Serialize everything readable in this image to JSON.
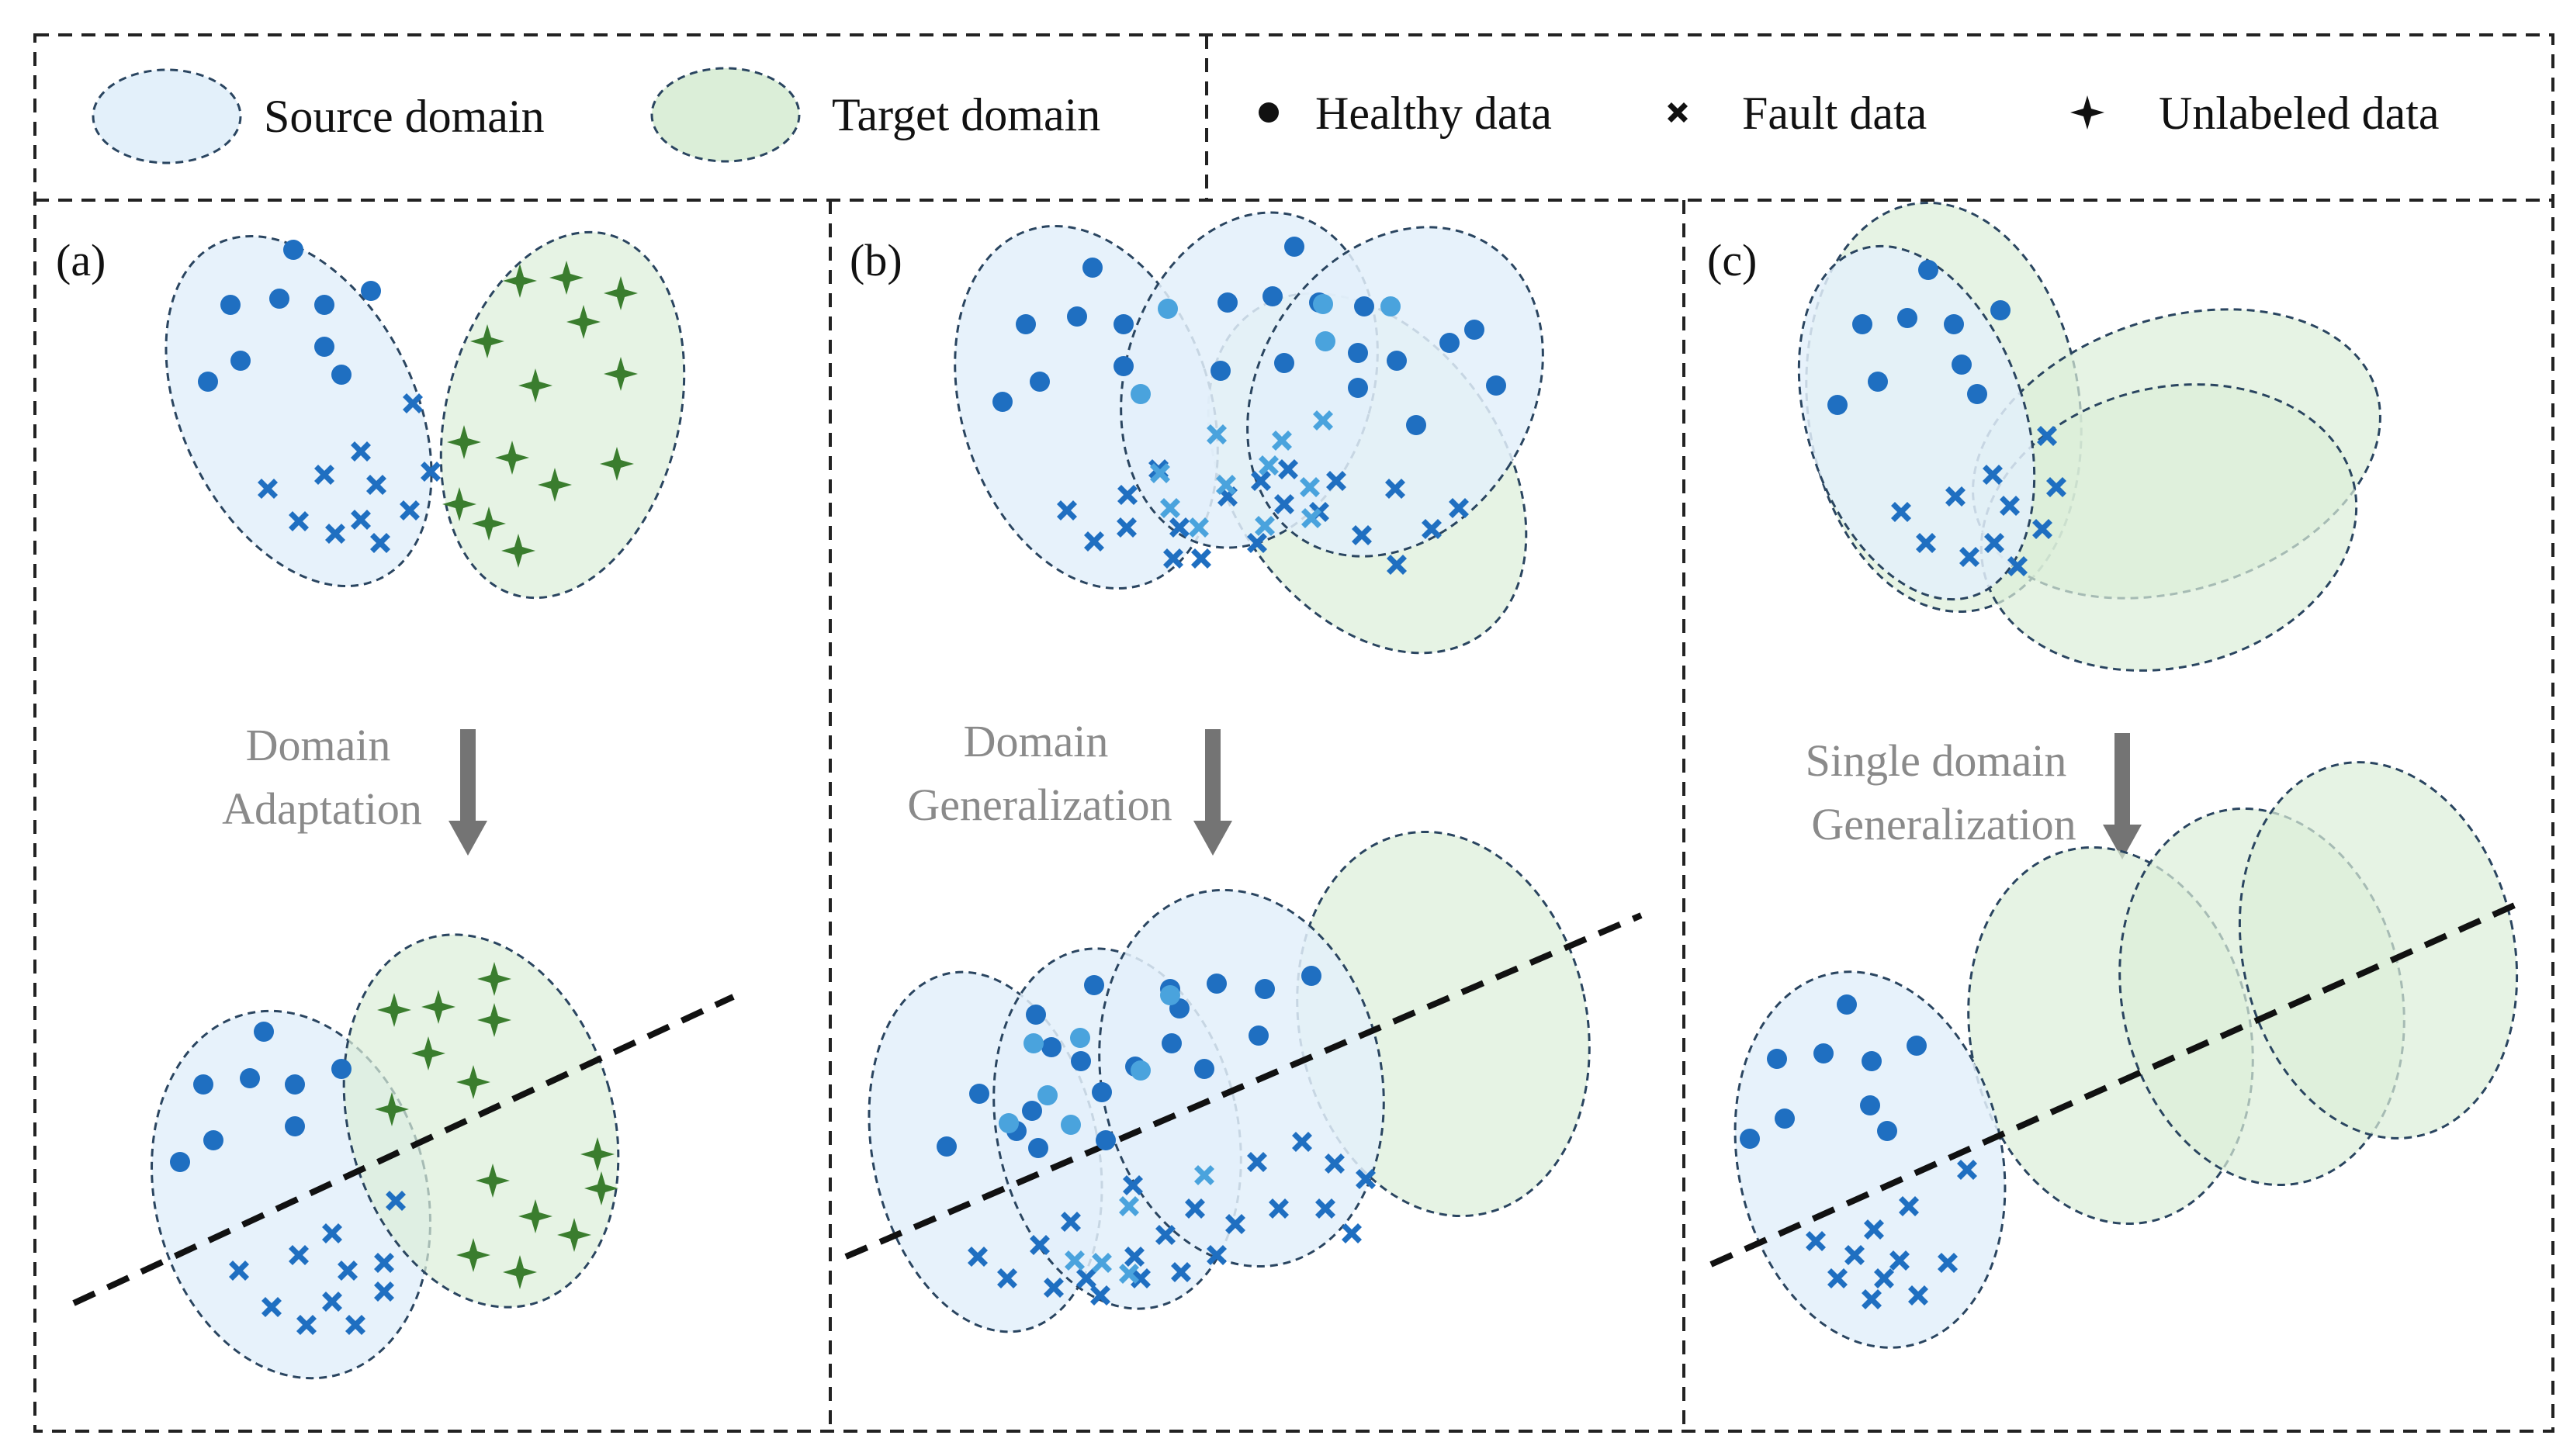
{
  "legend": {
    "source_domain": "Source domain",
    "target_domain": "Target domain",
    "healthy_data": "Healthy data",
    "fault_data": "Fault data",
    "unlabeled_data": "Unlabeled data"
  },
  "panels": {
    "a": {
      "label": "(a)",
      "method_line1": "Domain",
      "method_line2": "Adaptation"
    },
    "b": {
      "label": "(b)",
      "method_line1": "Domain",
      "method_line2": "Generalization"
    },
    "c": {
      "label": "(c)",
      "method_line1": "Single domain",
      "method_line2": "Generalization"
    }
  },
  "colors": {
    "source_fill": "#e3f0fa",
    "target_fill": "#dbeed8",
    "ellipse_stroke": "#2a4560",
    "healthy_point": "#1f6fc1",
    "healthy_point_light": "#4aa3dd",
    "fault_point": "#1f6fc1",
    "unlabeled_point": "#3a7d2e",
    "arrow": "#747474",
    "boundary": "#111111",
    "frame": "#222222"
  }
}
